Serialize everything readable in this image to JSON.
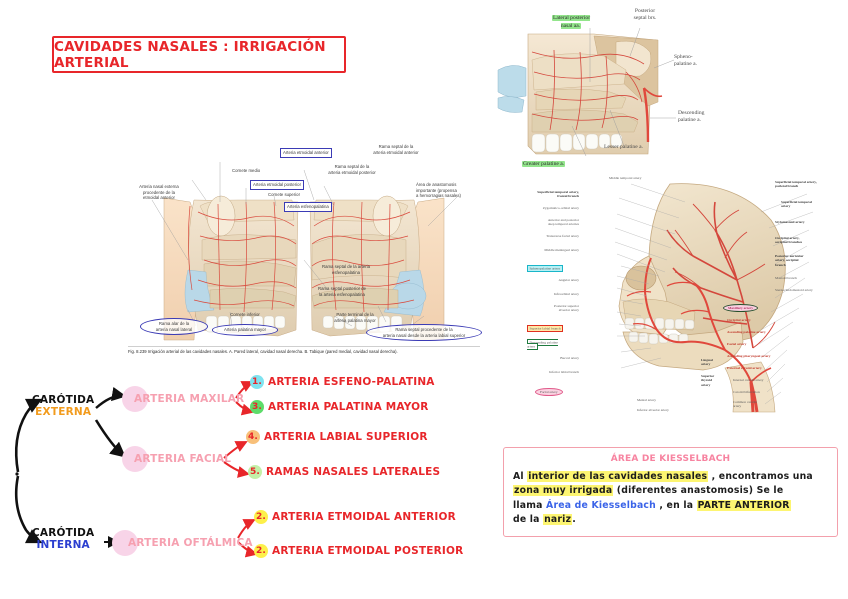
{
  "title": {
    "text": "CAVIDADES NASALES : IRRIGACIÓN ARTERIAL",
    "color": "#e8262a"
  },
  "figure_nasal": {
    "caption": "Fig. 8.239  Irrigación arterial de las cavidades nasales. A. Pared lateral, cavidad nasal derecha. B. Tabique (pared medial, cavidad nasal derecha).",
    "labels": [
      {
        "text": "Arteria etmoidal anterior",
        "style": "boxed"
      },
      {
        "text": "Cornete medio",
        "style": "plain"
      },
      {
        "text": "Arteria etmoidal posterior",
        "style": "boxed"
      },
      {
        "text": "Cornete superior",
        "style": "plain"
      },
      {
        "text": "Arteria esfenopalatina",
        "style": "boxed"
      },
      {
        "text": "Rama septal de la\narteria etmoidal anterior",
        "style": "plain"
      },
      {
        "text": "Rama septal de la\narteria etmoidal posterior",
        "style": "plain"
      },
      {
        "text": "Arteria nasal externa\nprocedente de la\netmoidal anterior",
        "style": "plain"
      },
      {
        "text": "Área de anastomosis\nimportante (propensa\na hemorragias nasales)",
        "style": "plain"
      },
      {
        "text": "Rama septal de la arteria\nesfenopalatina",
        "style": "plain"
      },
      {
        "text": "Rama septal posterior de\nla arteria esfenopalatina",
        "style": "plain"
      },
      {
        "text": "Parte terminal de la\narteria palatina mayor",
        "style": "plain"
      },
      {
        "text": "Cornete inferior",
        "style": "plain"
      },
      {
        "text": "Rama alar de la\narteria nasal lateral",
        "style": "ovaled"
      },
      {
        "text": "Arteria palatina mayor",
        "style": "ovaled"
      },
      {
        "text": "Rama septal procedente de la\narteria nasal desde la arteria labial superior",
        "style": "ovaled"
      }
    ]
  },
  "figure_sagittal": {
    "labels": [
      {
        "text": "Lateral posterior\nnasal aa.",
        "highlight": "green"
      },
      {
        "text": "Posterior\nseptal brs.",
        "highlight": "none"
      },
      {
        "text": "Spheno-\npalatine a.",
        "highlight": "none"
      },
      {
        "text": "Descending\npalatine a.",
        "highlight": "none"
      },
      {
        "text": "Lesser palatine a.",
        "highlight": "none"
      },
      {
        "text": "Greater palatine a.",
        "highlight": "green"
      }
    ]
  },
  "figure_skull": {
    "labels_left": [
      {
        "text": "Superficial temporal artery,\nfrontal branch",
        "mark": "bold"
      },
      {
        "text": "Zygomatico-orbital artery",
        "mark": "none"
      },
      {
        "text": "Anterior and posterior\ndeep temporal arteries",
        "mark": "none"
      },
      {
        "text": "Transverse facial artery",
        "mark": "none"
      },
      {
        "text": "Middle meningeal artery",
        "mark": "none"
      },
      {
        "text": "Sphenopalatine artery",
        "mark": "cyan"
      },
      {
        "text": "Angular artery",
        "mark": "none"
      },
      {
        "text": "Infraorbital artery",
        "mark": "none"
      },
      {
        "text": "Posterior superior\nalveolar artery",
        "mark": "none"
      },
      {
        "text": "Superior labial branch",
        "mark": "red"
      },
      {
        "text": "Descending palatine\nartery",
        "mark": "green"
      },
      {
        "text": "Buccal artery",
        "mark": "none"
      },
      {
        "text": "Inferior labial branch",
        "mark": "none"
      },
      {
        "text": "Facial artery",
        "mark": "pink-oval"
      }
    ],
    "labels_top": [
      {
        "text": "Middle temporal artery",
        "mark": "none"
      },
      {
        "text": "Superficial temporal artery,\nparietal branch",
        "mark": "bold"
      },
      {
        "text": "Superficial temporal\nartery",
        "mark": "bold"
      }
    ],
    "labels_right": [
      {
        "text": "Stylomastoid artery",
        "mark": "bold"
      },
      {
        "text": "Occipital artery,\noccipital branches",
        "mark": "bold"
      },
      {
        "text": "Posterior auricular\nartery, occipital\nbranch",
        "mark": "bold"
      },
      {
        "text": "Mastoid branch",
        "mark": "none"
      },
      {
        "text": "Sternocleidomastoid artery",
        "mark": "none"
      },
      {
        "text": "Maxillary artery",
        "mark": "dark-oval"
      },
      {
        "text": "Occipital artery",
        "mark": "red"
      },
      {
        "text": "Ascending palatine artery",
        "mark": "red"
      },
      {
        "text": "Facial artery",
        "mark": "red"
      },
      {
        "text": "Ascending pharyngeal artery",
        "mark": "red"
      },
      {
        "text": "External carotid artery",
        "mark": "red"
      },
      {
        "text": "Internal carotid artery",
        "mark": "none"
      },
      {
        "text": "Carotid bifurcation",
        "mark": "none"
      },
      {
        "text": "Common carotid\nartery",
        "mark": "none"
      }
    ],
    "labels_inner": [
      {
        "text": "Lingual\nartery",
        "mark": "bold"
      },
      {
        "text": "Superior\nthyroid\nartery",
        "mark": "bold"
      },
      {
        "text": "Mental artery",
        "mark": "none"
      },
      {
        "text": "Inferior alveolar artery",
        "mark": "none"
      }
    ]
  },
  "flow": {
    "roots": [
      {
        "main": "CARÓTIDA",
        "sub": "EXTERNA",
        "sub_color": "#f29b1d"
      },
      {
        "main": "CARÓTIDA",
        "sub": "INTERNA",
        "sub_color": "#2b3fd0"
      }
    ],
    "branches": [
      {
        "label": "ARTERIA MAXILAR"
      },
      {
        "label": "ARTERIA FACIAL"
      },
      {
        "label": "ARTERIA OFTÁLMICA"
      }
    ],
    "items": [
      {
        "number": "1.",
        "text": "ARTERIA ESFENO-PALATINA",
        "badge_color": "#7fe3f0"
      },
      {
        "number": "3.",
        "text": "ARTERIA PALATINA MAYOR",
        "badge_color": "#5ddc6a"
      },
      {
        "number": "4.",
        "text": "ARTERIA LABIAL SUPERIOR",
        "badge_color": "#f8c07a"
      },
      {
        "number": "5.",
        "text": "RAMAS NASALES LATERALES",
        "badge_color": "#c3f0a8"
      },
      {
        "number": "2.",
        "text": "ARTERIA ETMOIDAL ANTERIOR",
        "badge_color": "#fdf04a"
      },
      {
        "number": "2.",
        "text": "ARTERIA ETMOIDAL POSTERIOR",
        "badge_color": "#fdf04a"
      }
    ]
  },
  "kiesselbach": {
    "title": "ÁREA DE KIESSELBACH",
    "line1_a": "Al ",
    "line1_hl": "interior de las cavidades nasales",
    "line1_b": " , encontramos una",
    "line2_hl": "zona muy irrigada",
    "line2_b": " (diferentes anastomosis) Se le",
    "line3_a": "llama ",
    "line3_blue": "Área de Kiesselbach",
    "line3_b": " , en la ",
    "line3_hl": "PARTE ANTERIOR",
    "line4_a": "de la ",
    "line4_hl": "nariz",
    "line4_b": "."
  }
}
